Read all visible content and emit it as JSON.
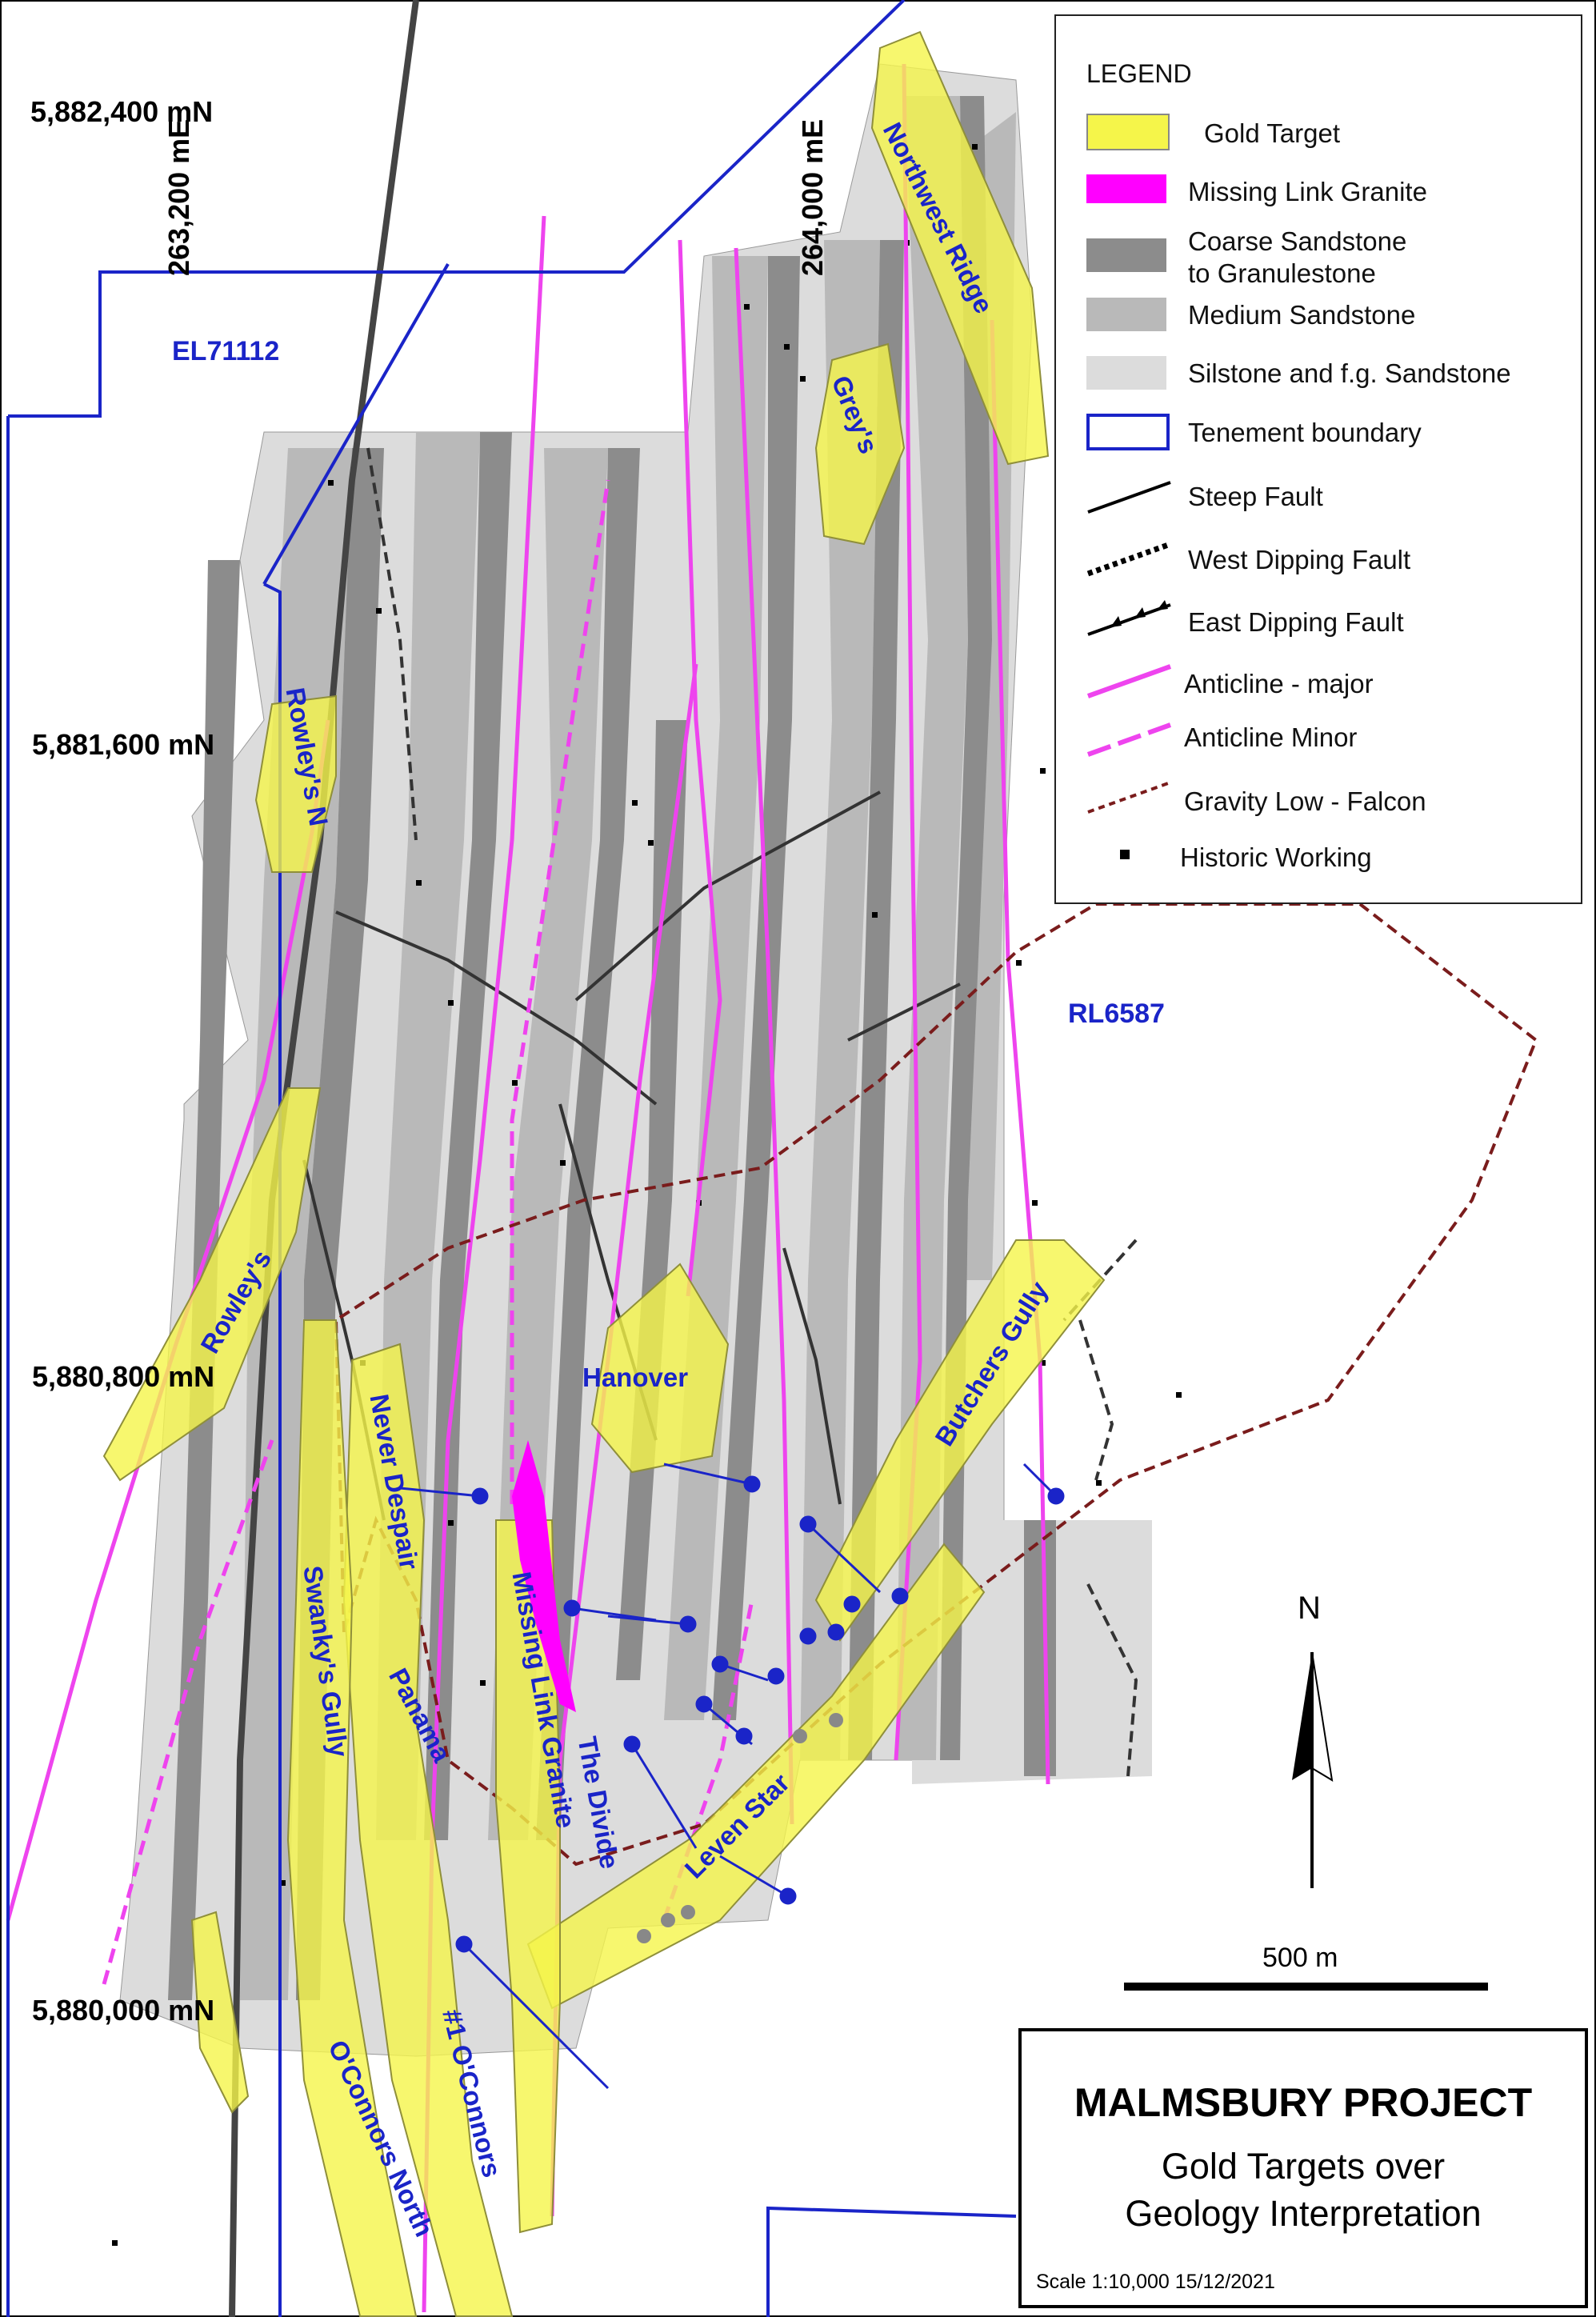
{
  "map": {
    "northings": [
      {
        "label": "5,882,400 mN"
      },
      {
        "label": "5,881,600 mN"
      },
      {
        "label": "5,880,800 mN"
      },
      {
        "label": "5,880,000 mN"
      }
    ],
    "eastings": [
      {
        "label": "263,200 mE"
      },
      {
        "label": "264,000 mE"
      }
    ],
    "tenements": [
      {
        "label": "EL71112"
      },
      {
        "label": "RL6587"
      }
    ],
    "targets": [
      {
        "label": "Northwest Ridge"
      },
      {
        "label": "Grey's"
      },
      {
        "label": "Rowley's N"
      },
      {
        "label": "Rowley's"
      },
      {
        "label": "Hanover"
      },
      {
        "label": "Butchers Gully"
      },
      {
        "label": "Never Despair"
      },
      {
        "label": "Swanky's Gully"
      },
      {
        "label": "Panama"
      },
      {
        "label": "Missing Link Granite"
      },
      {
        "label": "The Divide"
      },
      {
        "label": "Leven Star"
      },
      {
        "label": "#1 O'Connors"
      },
      {
        "label": "O'Connors North"
      }
    ]
  },
  "legend": {
    "title": "LEGEND",
    "items": [
      {
        "label": "Gold Target",
        "color": "#f5f54a"
      },
      {
        "label": "Missing Link Granite",
        "color": "#ff00ff"
      },
      {
        "label": "Coarse Sandstone",
        "label2": "to Granulestone",
        "color": "#8c8c8c"
      },
      {
        "label": "Medium Sandstone",
        "color": "#b9b9b9"
      },
      {
        "label": "Silstone and f.g. Sandstone",
        "color": "#dcdcdc"
      },
      {
        "label": "Tenement boundary",
        "color": "#1a24c8"
      },
      {
        "label": "Steep Fault",
        "color": "#000000"
      },
      {
        "label": "West Dipping Fault",
        "color": "#000000"
      },
      {
        "label": "East Dipping Fault",
        "color": "#000000"
      },
      {
        "label": "Anticline - major",
        "color": "#ee44ee"
      },
      {
        "label": "Anticline Minor",
        "color": "#ee44ee"
      },
      {
        "label": "Gravity Low - Falcon",
        "color": "#7a1c1c"
      },
      {
        "label": "Historic Working",
        "color": "#000000"
      }
    ]
  },
  "north": {
    "label": "N"
  },
  "scale": {
    "label": "500 m"
  },
  "titlebox": {
    "title": "MALMSBURY PROJECT",
    "subtitle1": "Gold Targets over",
    "subtitle2": "Geology Interpretation",
    "footer": "Scale 1:10,000  15/12/2021"
  }
}
